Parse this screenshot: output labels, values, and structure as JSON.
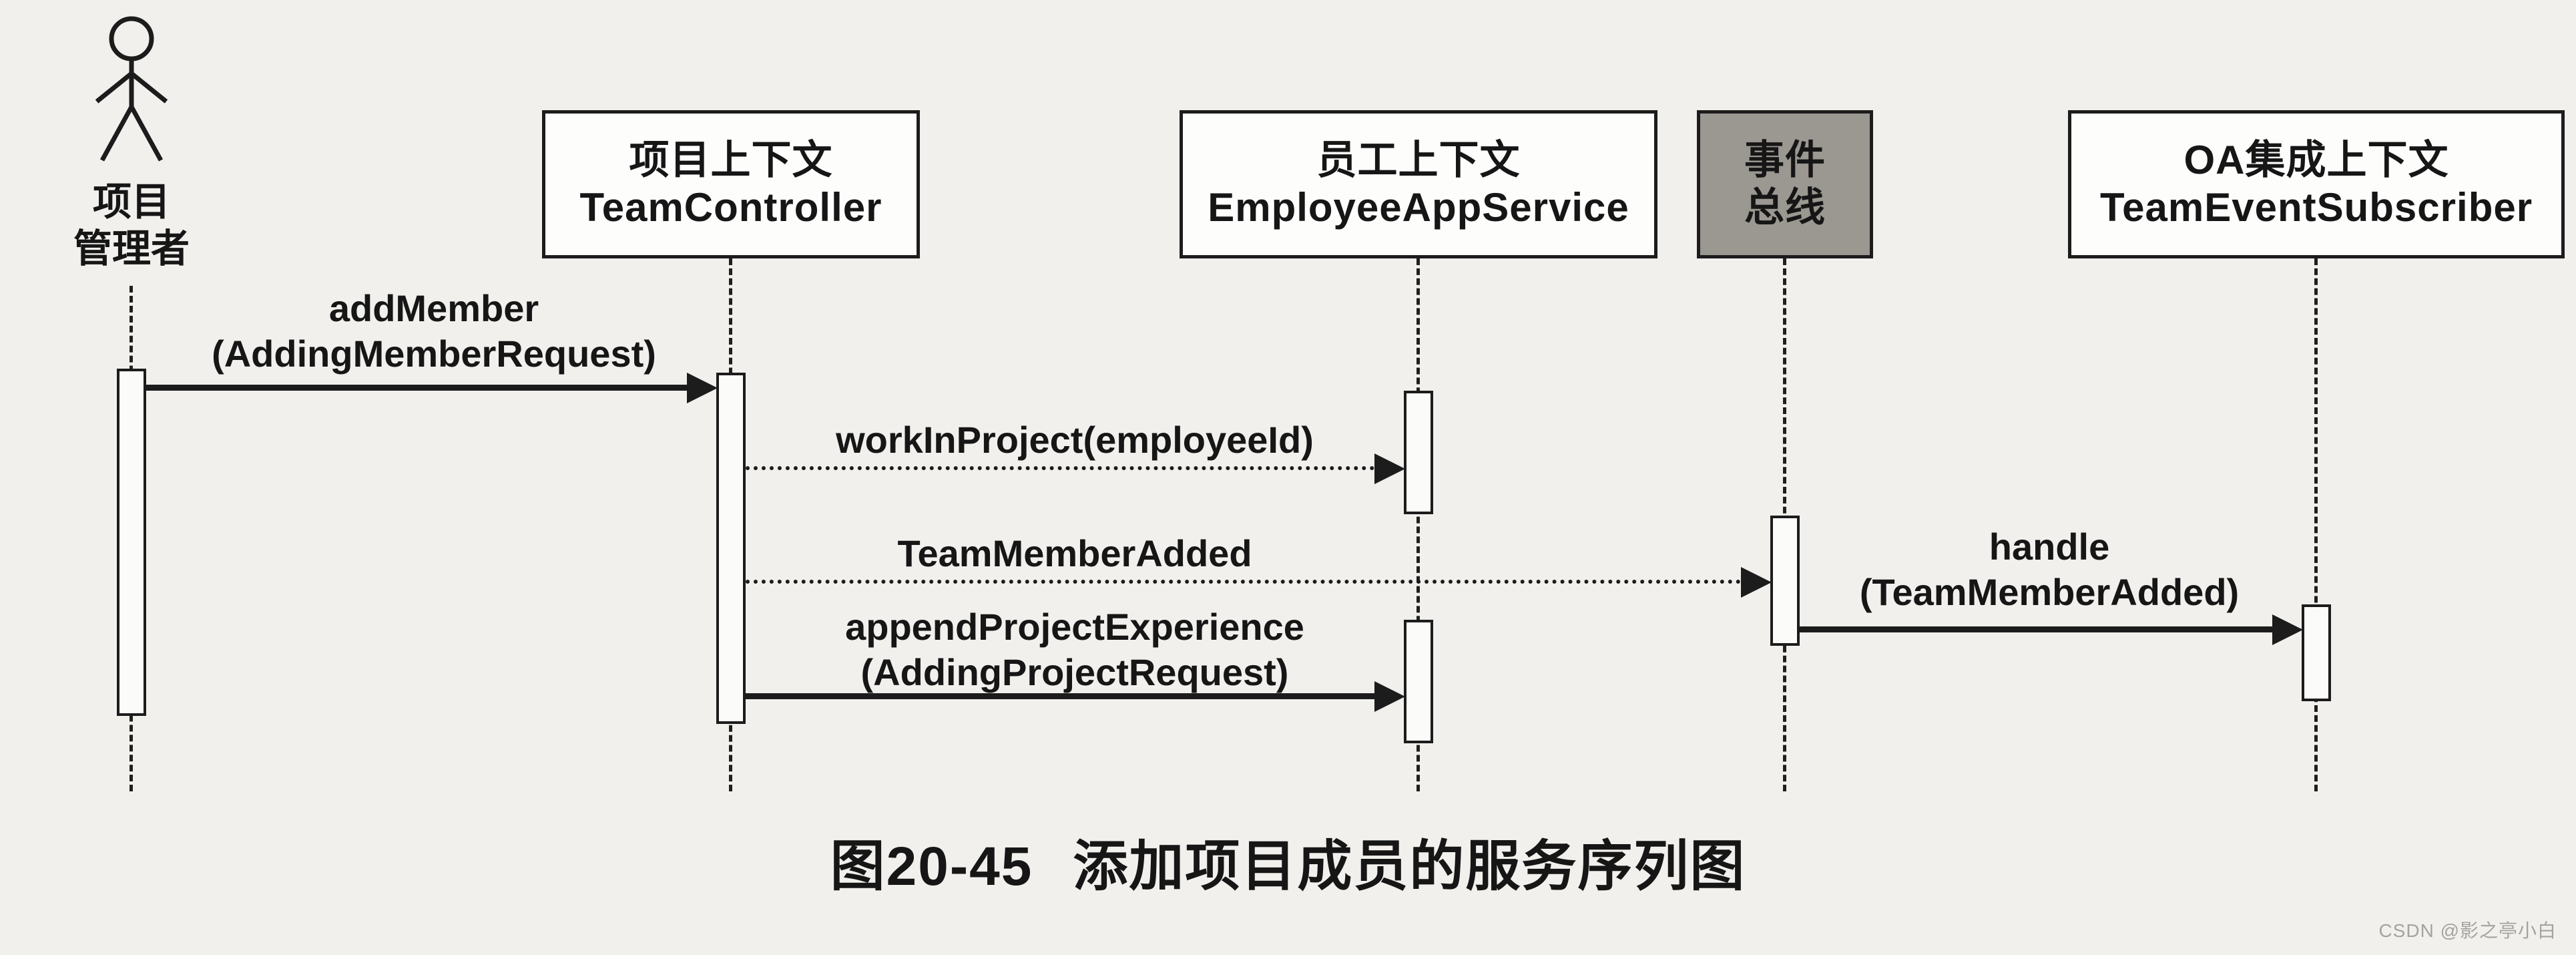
{
  "diagram": {
    "actor": {
      "line1": "项目",
      "line2": "管理者"
    },
    "participants": [
      {
        "line1": "项目上下文",
        "line2": "TeamController"
      },
      {
        "line1": "员工上下文",
        "line2": "EmployeeAppService"
      },
      {
        "line1": "事件",
        "line2": "总线"
      },
      {
        "line1": "OA集成上下文",
        "line2": "TeamEventSubscriber"
      }
    ],
    "messages": [
      {
        "line1": "addMember",
        "line2": "(AddingMemberRequest)",
        "style": "solid"
      },
      {
        "line1": "workInProject(employeeId)",
        "style": "dotted"
      },
      {
        "line1": "TeamMemberAdded",
        "style": "dotted"
      },
      {
        "line1": "appendProjectExperience",
        "line2": "(AddingProjectRequest)",
        "style": "solid"
      },
      {
        "line1": "handle",
        "line2": "(TeamMemberAdded)",
        "style": "solid"
      }
    ],
    "caption": {
      "figure_no": "图20-45",
      "title": "添加项目成员的服务序列图"
    },
    "watermark": "CSDN @影之亭小白"
  },
  "colors": {
    "line": "#1c1c1c",
    "event_bus_fill": "#9b9791",
    "paper": "#f2f0ed"
  }
}
